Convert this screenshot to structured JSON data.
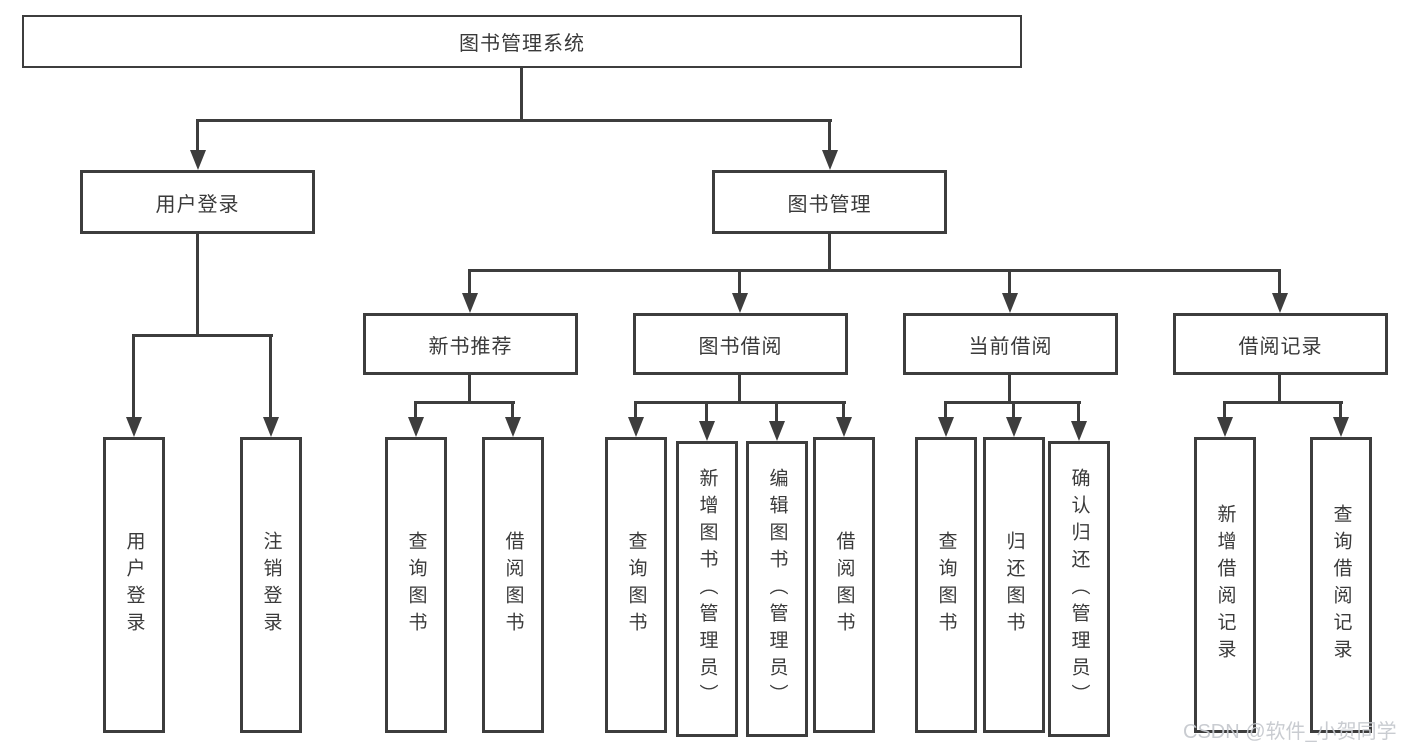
{
  "diagram": {
    "root": {
      "label": "图书管理系统"
    },
    "branches": [
      {
        "label": "用户登录",
        "children": [
          {
            "label": "用户登录"
          },
          {
            "label": "注销登录"
          }
        ]
      },
      {
        "label": "图书管理",
        "children": [
          {
            "label": "新书推荐",
            "children": [
              {
                "label": "查询图书"
              },
              {
                "label": "借阅图书"
              }
            ]
          },
          {
            "label": "图书借阅",
            "children": [
              {
                "label": "查询图书"
              },
              {
                "label": "新增图书（管理员）"
              },
              {
                "label": "编辑图书（管理员）"
              },
              {
                "label": "借阅图书"
              }
            ]
          },
          {
            "label": "当前借阅",
            "children": [
              {
                "label": "查询图书"
              },
              {
                "label": "归还图书"
              },
              {
                "label": "确认归还（管理员）"
              }
            ]
          },
          {
            "label": "借阅记录",
            "children": [
              {
                "label": "新增借阅记录"
              },
              {
                "label": "查询借阅记录"
              }
            ]
          }
        ]
      }
    ]
  },
  "watermark": {
    "text": "CSDN @软件_小贺同学"
  },
  "colors": {
    "line": "#3d3d3d",
    "text": "#3a3a3a",
    "background": "#ffffff",
    "watermark": "#c6c9cf"
  }
}
